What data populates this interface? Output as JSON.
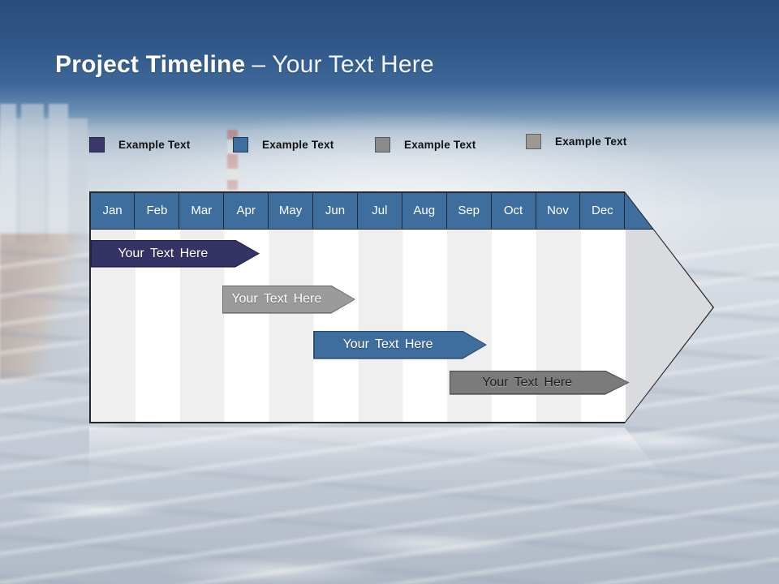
{
  "slide": {
    "title_bold": "Project Timeline",
    "title_sub": "– Your Text Here"
  },
  "legend": {
    "items": [
      {
        "label": "Example Text",
        "color": "#3B3869",
        "border": "#23214A"
      },
      {
        "label": "Example Text",
        "color": "#3E6E9D",
        "border": "#1F3C5C"
      },
      {
        "label": "Example Text",
        "color": "#8A8A8A",
        "border": "#555555"
      },
      {
        "label": "Example Text",
        "color": "#9C9893",
        "border": "#63605C"
      }
    ]
  },
  "timeline": {
    "months": [
      "Jan",
      "Feb",
      "Mar",
      "Apr",
      "May",
      "Jun",
      "Jul",
      "Aug",
      "Sep",
      "Oct",
      "Nov",
      "Dec"
    ],
    "header_color": "#3E6E9D",
    "stripe_colors": [
      "#EFEFF0",
      "#FFFFFF"
    ],
    "bars": [
      {
        "label": "Your Text Here",
        "fill": "#353266",
        "border": "#232046",
        "text_color": "#FFFFFF",
        "start_col": 0,
        "end_col": 3.25
      },
      {
        "label": "Your Text Here",
        "fill": "#9B9B9B",
        "border": "#6F6F6F",
        "text_color": "#FFFFFF",
        "start_col": 2.95,
        "end_col": 5.4
      },
      {
        "label": "Your Text Here",
        "fill": "#3D6E9E",
        "border": "#27496C",
        "text_color": "#FFFFFF",
        "start_col": 5.0,
        "end_col": 8.35
      },
      {
        "label": "Your Text Here",
        "fill": "#7B7B7B",
        "border": "#4E4E4E",
        "text_color": "#1F1F1F",
        "start_col": 8.05,
        "end_col": 11.55
      }
    ]
  }
}
